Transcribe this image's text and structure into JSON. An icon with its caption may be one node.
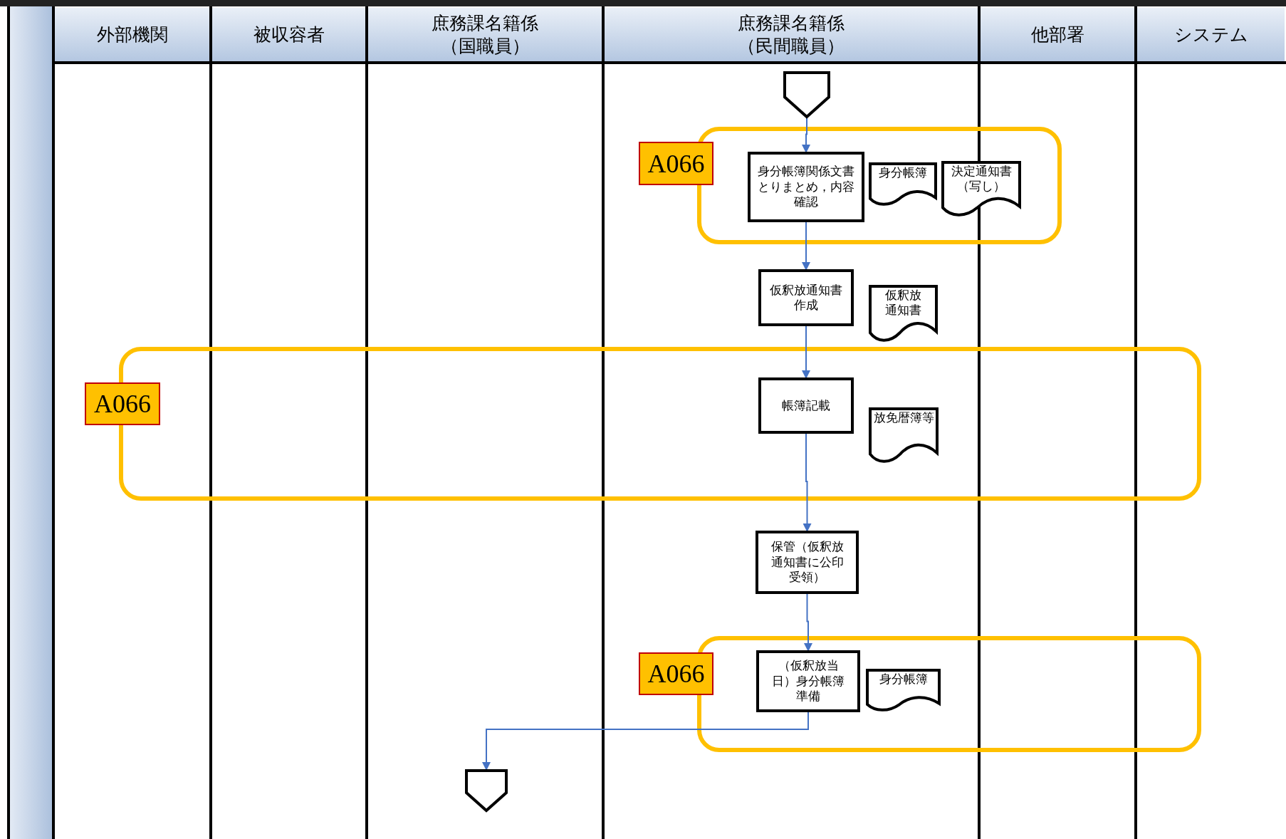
{
  "diagram": {
    "nodes": [
      {
        "text": [
          "外部機関"
        ]
      },
      {
        "text": [
          "被収容者"
        ]
      },
      {
        "text": [
          "庶務課名籍係（国職員）"
        ]
      },
      {
        "text": [
          "庶務課名籍係（民間職員）"
        ]
      },
      {
        "text": [
          "他部署"
        ]
      },
      {
        "text": [
          "システム"
        ]
      },
      {
        "text": [],
        "shape": "pentagon"
      },
      {
        "text": [
          "身分帳簿関係文書とりまとめ，内容確認"
        ]
      },
      {
        "text": [
          "身分帳簿"
        ]
      },
      {
        "text": [
          "決定通知書（写し）"
        ]
      },
      {
        "text": [
          "A066"
        ]
      },
      {
        "text": [
          "仮釈放通知書作成"
        ]
      },
      {
        "text": [
          "仮釈放通知書"
        ]
      },
      {
        "text": [
          "A066"
        ]
      },
      {
        "text": [
          "帳簿記載"
        ]
      },
      {
        "text": [
          "放免暦簿等"
        ]
      },
      {
        "text": [
          "保管（仮釈放通知書に公印受領）"
        ]
      },
      {
        "text": [
          "A066"
        ]
      },
      {
        "text": [
          "（仮釈放当日）身分帳簿準備"
        ]
      },
      {
        "text": [
          "身分帳簿"
        ]
      },
      {
        "text": [],
        "shape": "pentagon"
      }
    ],
    "edges": [
      {
        "from": 6,
        "to": 7,
        "arrow": "to"
      },
      {
        "from": 7,
        "to": 11,
        "arrow": "to"
      },
      {
        "from": 11,
        "to": 14,
        "arrow": "to"
      },
      {
        "from": 14,
        "to": 16,
        "arrow": "to"
      },
      {
        "from": 16,
        "to": 18,
        "arrow": "to"
      },
      {
        "from": 18,
        "to": 20,
        "arrow": "to"
      }
    ]
  }
}
